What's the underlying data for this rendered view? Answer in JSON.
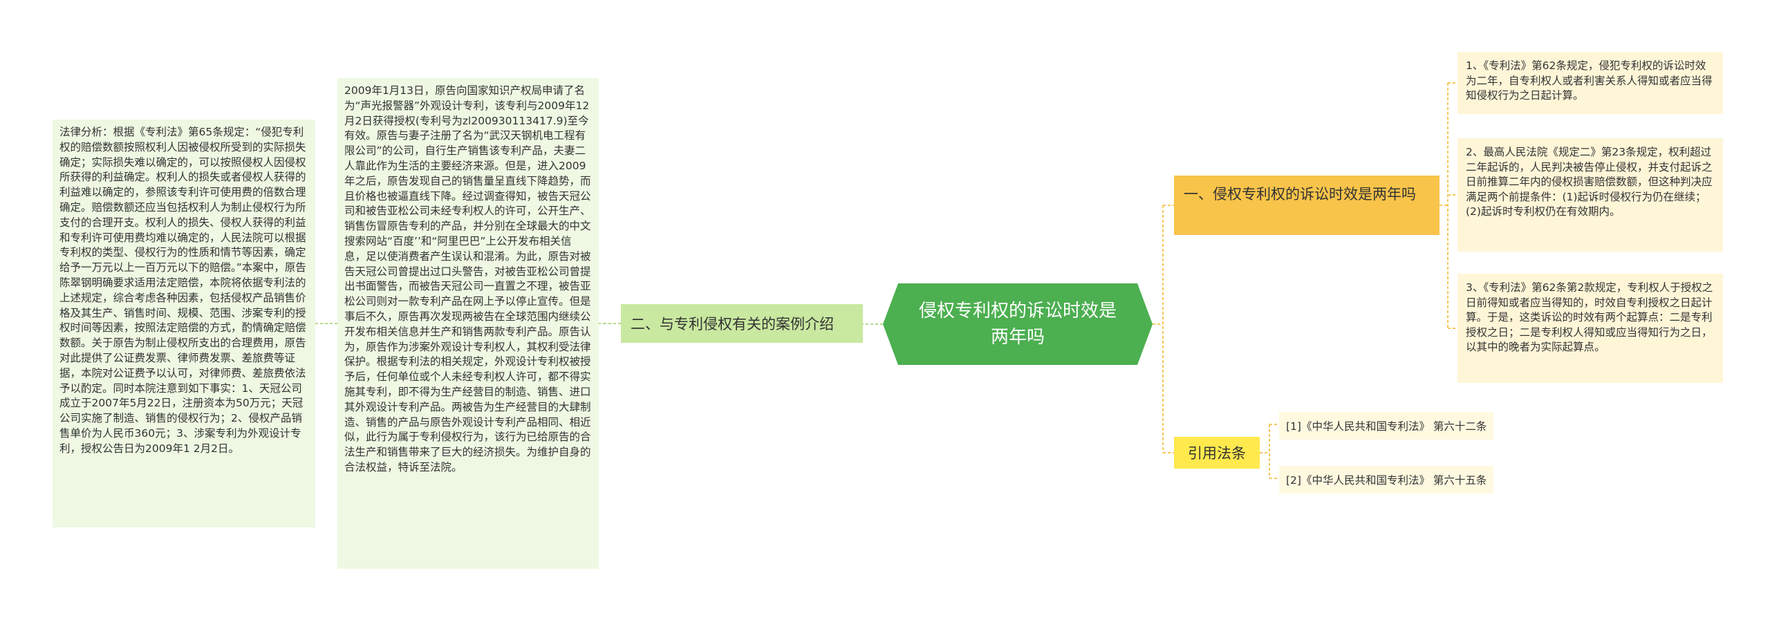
{
  "root": {
    "title": "侵权专利权的诉讼时效是两年吗"
  },
  "branches": {
    "case": "二、与专利侵权有关的案例介绍",
    "limitation": "一、侵权专利权的诉讼时效是两年吗",
    "refs": "引用法条"
  },
  "case_texts": [
    "法律分析：根据《专利法》第65条规定：“侵犯专利权的赔偿数额按照权利人因被侵权所受到的实际损失确定；实际损失难以确定的，可以按照侵权人因侵权所获得的利益确定。权利人的损失或者侵权人获得的利益难以确定的，参照该专利许可使用费的倍数合理确定。赔偿数额还应当包括权利人为制止侵权行为所支付的合理开支。权利人的损失、侵权人获得的利益和专利许可使用费均难以确定的，人民法院可以根据专利权的类型、侵权行为的性质和情节等因素，确定给予一万元以上一百万元以下的赔偿。”本案中，原告陈翠钢明确要求适用法定赔偿，本院将依据专利法的上述规定，综合考虑各种因素，包括侵权产品销售价格及其生产、销售时间、规模、范围、涉案专利的授权时间等因素，按照法定赔偿的方式，酌情确定赔偿数额。关于原告为制止侵权所支出的合理费用，原告对此提供了公证费发票、律师费发票、差旅费等证据，本院对公证费予以认可，对律师费、差旅费依法予以酌定。同时本院注意到如下事实：1、天冠公司成立于2007年5月22日，注册资本为50万元；天冠公司实施了制造、销售的侵权行为；2、侵权产品销售单价为人民币360元；3、涉案专利为外观设计专利，授权公告日为2009年1 2月2日。",
    "2009年1月13日，原告向国家知识产权局申请了名为“声光报警器”外观设计专利，该专利与2009年12月2日获得授权(专利号为zl200930113417.9)至今有效。原告与妻子注册了名为“武汉天钢机电工程有限公司”的公司，自行生产销售该专利产品，夫妻二人靠此作为生活的主要经济来源。但是，进入2009年之后，原告发现自己的销售量呈直线下降趋势，而且价格也被逼直线下降。经过调查得知，被告天冠公司和被告亚松公司未经专利权人的许可，公开生产、销售伤冒原告专利的产品，并分别在全球最大的中文搜索网站“百度’’和“阿里巴巴”上公开发布相关信息，足以使消费者产生误认和混淆。为此，原告对被告天冠公司曾提出过口头警告，对被告亚松公司曾提出书面警告，而被告天冠公司一直置之不理，被告亚松公司则对一款专利产品在网上予以停止宣传。但是事后不久，原告再次发现两被告在全球范围内继续公开发布相关信息并生产和销售两款专利产品。原告认为，原告作为涉案外观设计专利权人，其权利受法律保护。根据专利法的相关规定，外观设计专利权被授予后，任何单位或个人未经专利权人许可，都不得实施其专利，即不得为生产经营目的制造、销售、进口其外观设计专利产品。两被告为生产经营目的大肆制造、销售的产品与原告外观设计专利产品相同、相近似，此行为属于专利侵权行为，该行为已给原告的合法生产和销售带来了巨大的经济损失。为维护自身的合法权益，特诉至法院。"
  ],
  "limitation_texts": [
    "1、《专利法》第62条规定，侵犯专利权的诉讼时效为二年，自专利权人或者利害关系人得知或者应当得知侵权行为之日起计算。",
    "2、最高人民法院《规定二》第23条规定，权利超过二年起诉的，人民判决被告停止侵权，并支付起诉之日前推算二年内的侵权损害赔偿数额，但这种判决应满足两个前提条件：(1)起诉时侵权行为仍在继续；(2)起诉时专利权仍在有效期内。",
    "3、《专利法》第62条第2款规定，专利权人于授权之日前得知或者应当得知的，时效自专利授权之日起计算。于是，这类诉讼的时效有两个起算点：二是专利授权之日；二是专利权人得知或应当得知行为之日，以其中的晚者为实际起算点。"
  ],
  "refs": [
    "[1]《中华人民共和国专利法》 第六十二条",
    "[2]《中华人民共和国专利法》 第六十五条"
  ],
  "colors": {
    "root": "#4caf50",
    "branch_case": "#c9e8a0",
    "branch_limitation": "#f8c44a",
    "branch_refs": "#ffe94d",
    "leaf_green": "#eef8e3",
    "leaf_cream": "#fff6d8",
    "line_green": "#b5d98a",
    "line_orange": "#f5c658"
  }
}
